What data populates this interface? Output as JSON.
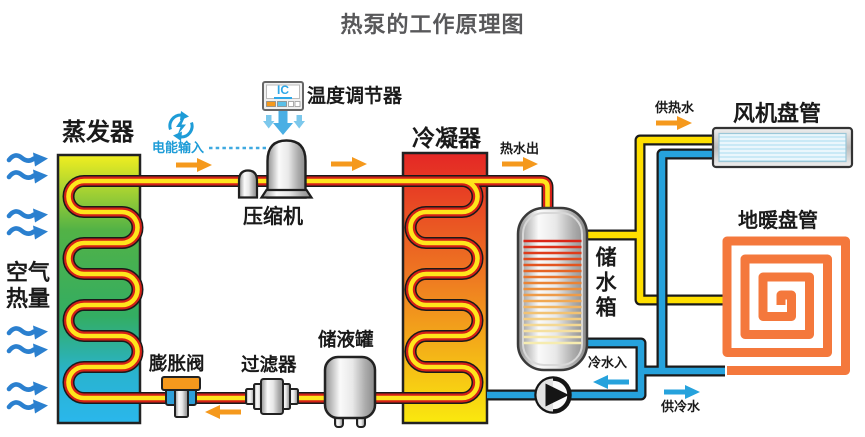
{
  "title": "热泵的工作原理图",
  "labels": {
    "evaporator": "蒸发器",
    "condenser": "冷凝器",
    "compressor": "压缩机",
    "temp_controller": "温度调节器",
    "energy_input": "电能输入",
    "air_heat_line1": "空气",
    "air_heat_line2": "热量",
    "hot_water_out": "热水出",
    "water_tank": "储水箱",
    "fan_coil": "风机盘管",
    "floor_coil": "地暖盘管",
    "supply_hot_water": "供热水",
    "cold_water_in": "冷水入",
    "supply_cold_water": "供冷水",
    "expansion_valve": "膨胀阀",
    "filter": "过滤器",
    "receiver_tank": "储液罐"
  },
  "controller": {
    "display": "IC"
  },
  "icons": {
    "energy-input-icon": "circular arrows with lightning bolt",
    "flow-arrow": "fat right/left arrow",
    "air-flow-icon": "double wavy blue arrow",
    "control-signal-icon": "blue down arrows",
    "pump-icon": "circle with black triangle"
  },
  "colors": {
    "title_text": "#58585a",
    "label_text": "#1a1a1a",
    "refrigerant_pipe_core": "#ffe51c",
    "refrigerant_pipe_outline": "#d42017",
    "hot_water_pipe": "#ffdf00",
    "cold_water_pipe": "#26a2dc",
    "orange_arrow": "#f5991d",
    "blue_arrow": "#26a2dc",
    "air_arrow_blue": "#2b80cf",
    "signal_blue": "#3fa9e0",
    "energy_text_blue": "#1e9cd7",
    "floor_coil_orange": "#f4783c",
    "evaporator_gradient": [
      "#f1ee20",
      "#52b246",
      "#29b7ec"
    ],
    "condenser_gradient": [
      "#e42725",
      "#ee7722",
      "#fae90e"
    ]
  }
}
